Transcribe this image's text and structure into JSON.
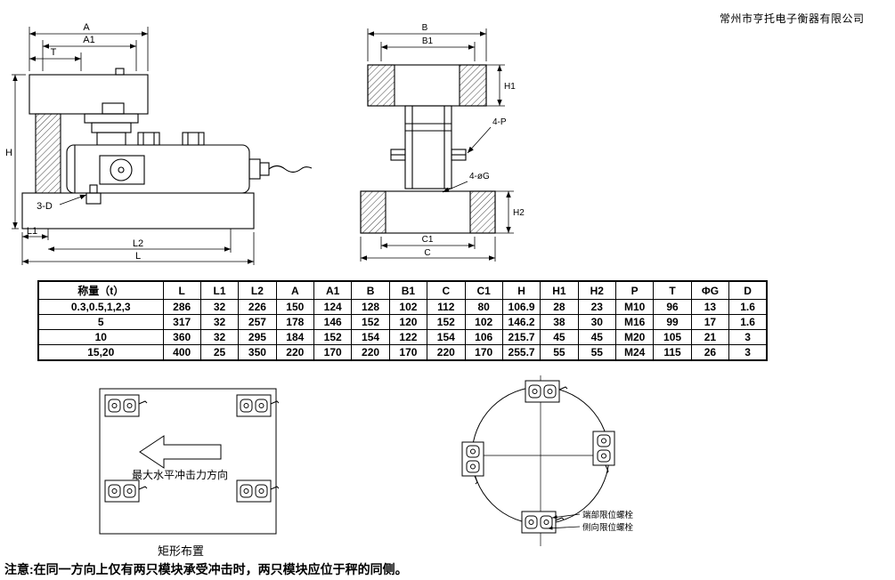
{
  "company": "常州市亨托电子衡器有限公司",
  "front_view": {
    "dim_a": "A",
    "dim_a1": "A1",
    "dim_t": "T",
    "dim_h": "H",
    "dim_l1": "L1",
    "dim_l2": "L2",
    "dim_l": "L",
    "hole_label": "3-D"
  },
  "side_view": {
    "dim_b": "B",
    "dim_b1": "B1",
    "dim_h1": "H1",
    "dim_h2": "H2",
    "bolt_label": "4-P",
    "hole_label": "4-øG",
    "dim_c1": "C1",
    "dim_c": "C"
  },
  "table": {
    "headers": [
      "称量（t）",
      "L",
      "L1",
      "L2",
      "A",
      "A1",
      "B",
      "B1",
      "C",
      "C1",
      "H",
      "H1",
      "H2",
      "P",
      "T",
      "ΦG",
      "D"
    ],
    "rows": [
      [
        "0.3,0.5,1,2,3",
        "286",
        "32",
        "226",
        "150",
        "124",
        "128",
        "102",
        "112",
        "80",
        "106.9",
        "28",
        "23",
        "M10",
        "96",
        "13",
        "1.6"
      ],
      [
        "5",
        "317",
        "32",
        "257",
        "178",
        "146",
        "152",
        "120",
        "152",
        "102",
        "146.2",
        "38",
        "30",
        "M16",
        "99",
        "17",
        "1.6"
      ],
      [
        "10",
        "360",
        "32",
        "295",
        "184",
        "152",
        "154",
        "122",
        "154",
        "106",
        "215.7",
        "45",
        "45",
        "M20",
        "105",
        "21",
        "3"
      ],
      [
        "15,20",
        "400",
        "25",
        "350",
        "220",
        "170",
        "220",
        "170",
        "220",
        "170",
        "255.7",
        "55",
        "55",
        "M24",
        "115",
        "26",
        "3"
      ]
    ]
  },
  "rect_layout": {
    "arrow_label": "最大水平冲击力方向",
    "caption": "矩形布置"
  },
  "circle_layout": {
    "end_bolt_label": "端部限位螺栓",
    "side_bolt_label": "侧向限位螺栓"
  },
  "note": "注意:在同一方向上仅有两只模块承受冲击时，两只模块应位于秤的同侧。"
}
